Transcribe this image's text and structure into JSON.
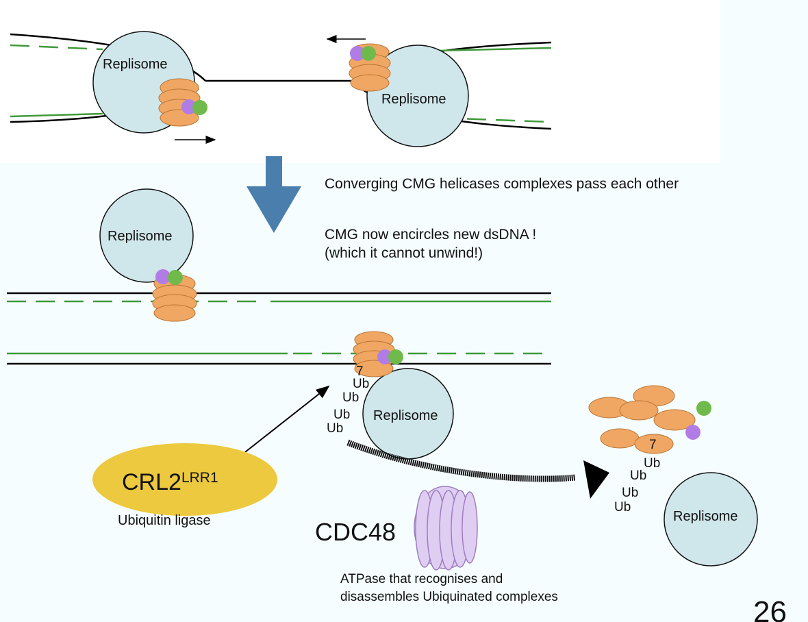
{
  "replisome_label": "Replisome",
  "caption_pass": "Converging CMG helicases complexes pass each other",
  "caption_encircle_line1": "CMG now encircles new dsDNA !",
  "caption_encircle_line2": "(which it cannot unwind!)",
  "mcm7_label": "7",
  "ub_label": "Ub",
  "ligase_name": "CRL2",
  "ligase_superscript": "LRR1",
  "ligase_description": "Ubiquitin ligase",
  "atpase_name": "CDC48",
  "atpase_description_line1": "ATPase that recognises and",
  "atpase_description_line2": "disassembles Ubiquinated complexes",
  "slide_number": "26",
  "colors": {
    "replisome_fill": "#cfe6ea",
    "mcm_fill": "#f0a764",
    "gins_purple": "#b27ce6",
    "cdc45_green": "#6fba4a",
    "dna_green": "#3f9a3a",
    "arrow_blue": "#4a7fad",
    "ligase_yellow": "#ecc93f",
    "cdc48_lilac": "#e0cdf2"
  }
}
